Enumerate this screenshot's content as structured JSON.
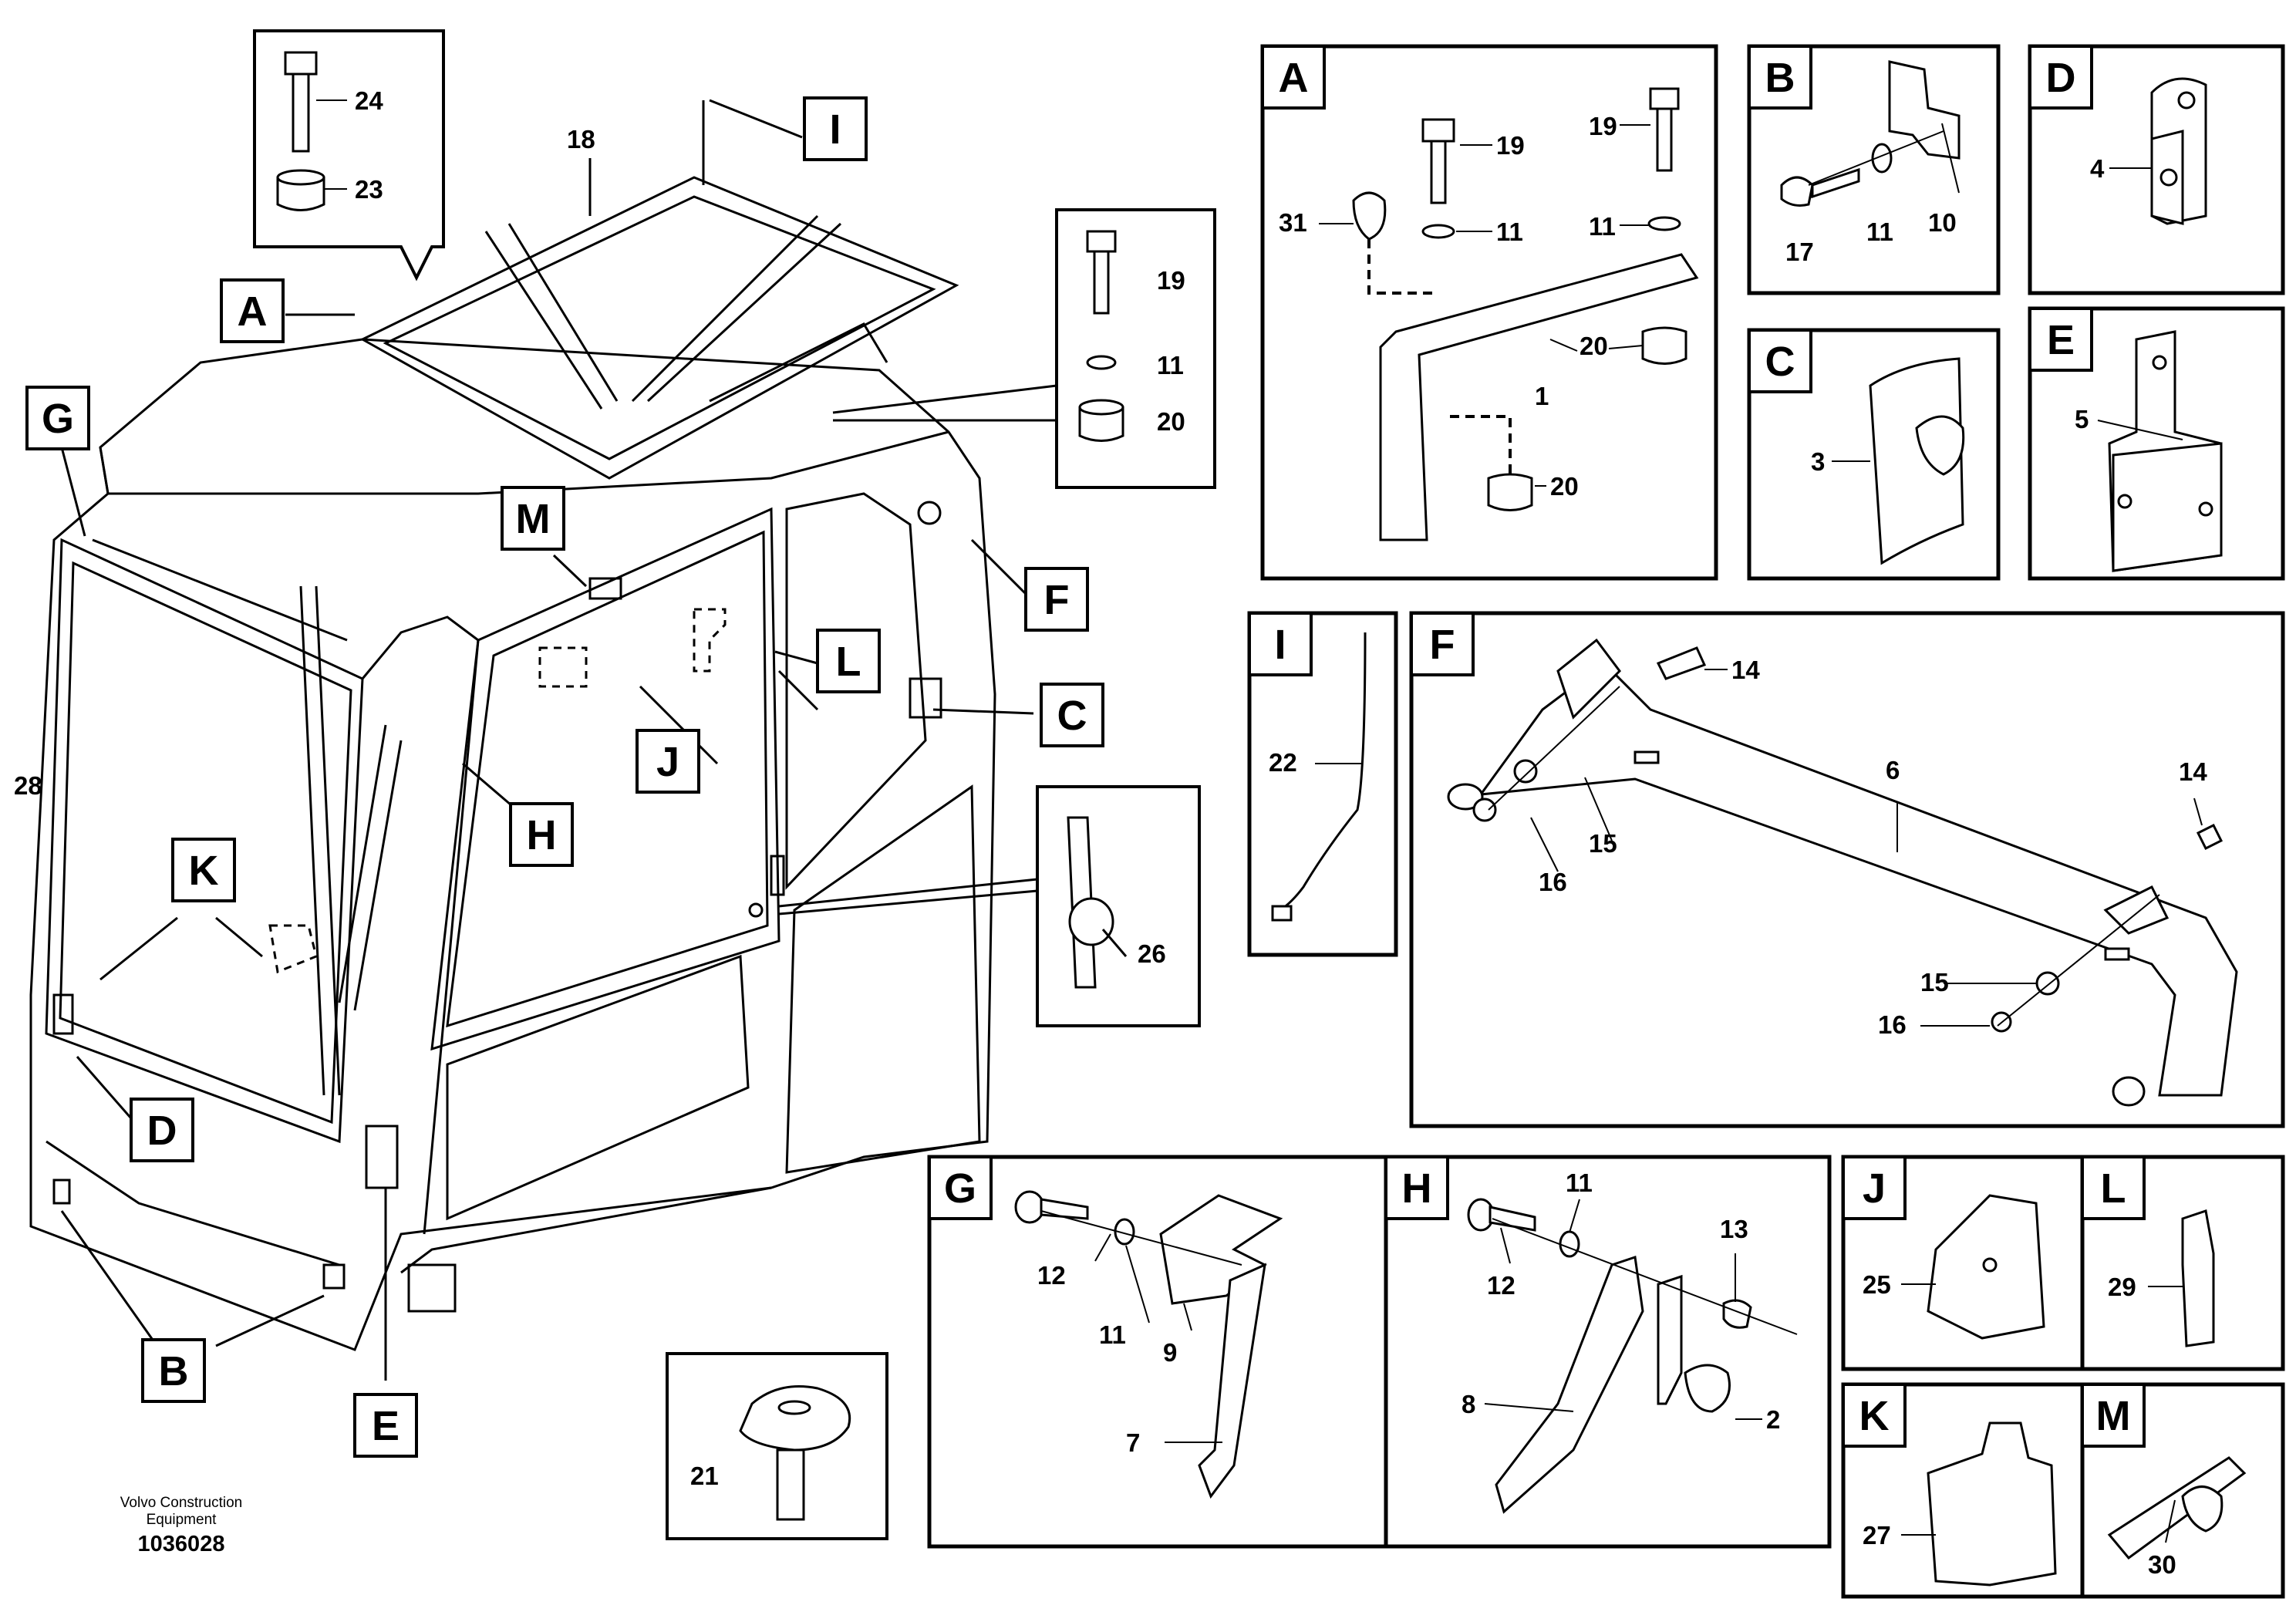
{
  "callouts": {
    "main": {
      "A": "A",
      "B": "B",
      "C": "C",
      "D": "D",
      "E": "E",
      "F": "F",
      "G": "G",
      "H": "H",
      "I": "I",
      "J": "J",
      "K": "K",
      "L": "L",
      "M": "M"
    },
    "parts": {
      "p18": "18",
      "p28": "28",
      "p23": "23",
      "p24": "24"
    },
    "kit_top": {
      "p19": "19",
      "p11": "11",
      "p20": "20"
    },
    "handle": {
      "p26": "26"
    },
    "knob": {
      "p21": "21"
    }
  },
  "details": {
    "A": {
      "label": "A",
      "p19a": "19",
      "p19b": "19",
      "p31": "31",
      "p11a": "11",
      "p11b": "11",
      "p20a": "20",
      "p20b": "20",
      "p1": "1"
    },
    "B": {
      "label": "B",
      "p17": "17",
      "p11": "11",
      "p10": "10"
    },
    "C": {
      "label": "C",
      "p3": "3"
    },
    "D": {
      "label": "D",
      "p4": "4"
    },
    "E": {
      "label": "E",
      "p5": "5"
    },
    "I": {
      "label": "I",
      "p22": "22"
    },
    "F": {
      "label": "F",
      "p14a": "14",
      "p14b": "14",
      "p6": "6",
      "p15a": "15",
      "p15b": "15",
      "p16a": "16",
      "p16b": "16"
    },
    "G": {
      "label": "G",
      "p12": "12",
      "p11": "11",
      "p9": "9",
      "p7": "7"
    },
    "H": {
      "label": "H",
      "p11": "11",
      "p13": "13",
      "p12": "12",
      "p8": "8",
      "p2": "2"
    },
    "J": {
      "label": "J",
      "p25": "25"
    },
    "L": {
      "label": "L",
      "p29": "29"
    },
    "K": {
      "label": "K",
      "p27": "27"
    },
    "M": {
      "label": "M",
      "p30": "30"
    }
  },
  "footer": {
    "manufacturer_line1": "Volvo Construction",
    "manufacturer_line2": "Equipment",
    "doc_number": "1036028"
  }
}
